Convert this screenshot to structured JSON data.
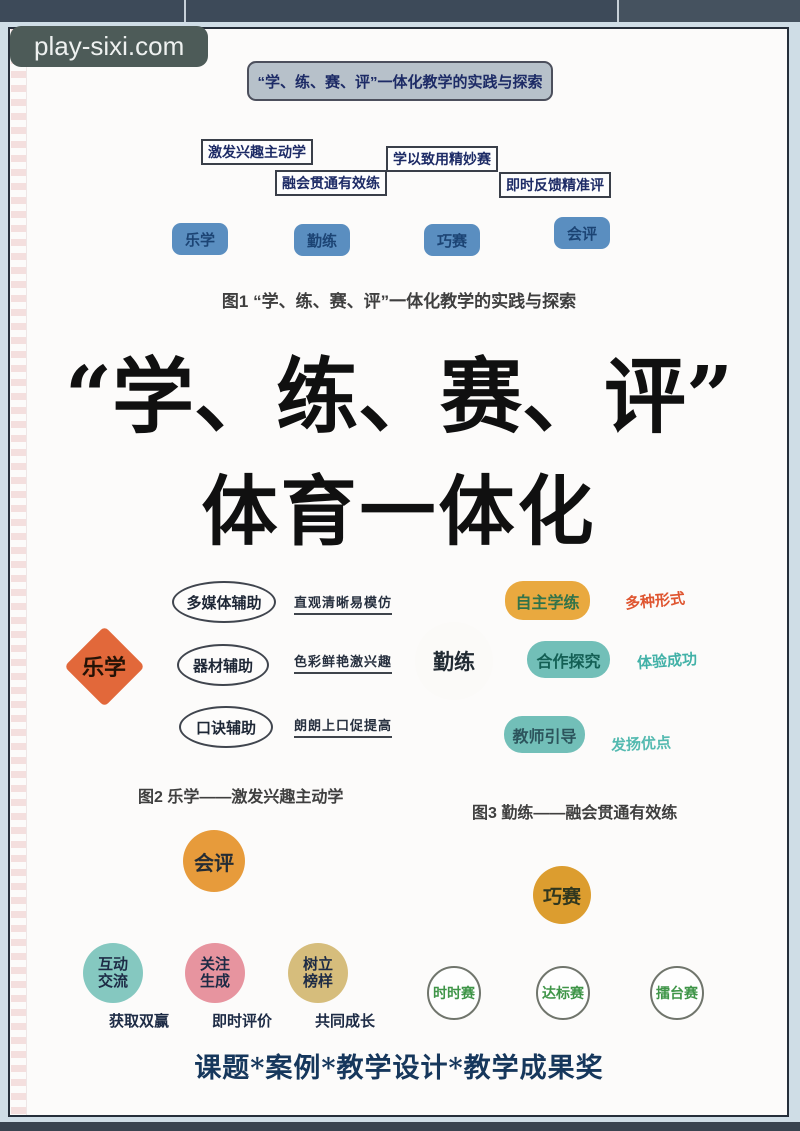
{
  "badge": {
    "text": "play-sixi.com"
  },
  "figure1": {
    "root": "“学、练、赛、评”一体化教学的实践与探索",
    "branches": [
      {
        "label": "激发兴趣主动学",
        "node": "乐学"
      },
      {
        "label": "融会贯通有效练",
        "node": "勤练"
      },
      {
        "label": "学以致用精妙赛",
        "node": "巧赛"
      },
      {
        "label": "即时反馈精准评",
        "node": "会评"
      }
    ],
    "caption": "图1 “学、练、赛、评”一体化教学的实践与探索"
  },
  "main_title": {
    "line1": "“学、练、赛、评”",
    "line2": "体育一体化"
  },
  "figure2": {
    "center": "乐学",
    "branches": [
      {
        "node": "多媒体辅助",
        "label": "直观清晰易模仿"
      },
      {
        "node": "器材辅助",
        "label": "色彩鲜艳激兴趣"
      },
      {
        "node": "口诀辅助",
        "label": "朗朗上口促提高"
      }
    ],
    "caption": "图2 乐学——激发兴趣主动学"
  },
  "figure3": {
    "center": "勤练",
    "branches": [
      {
        "node": "自主学练",
        "label": "多种形式"
      },
      {
        "node": "合作探究",
        "label": "体验成功"
      },
      {
        "node": "教师引导",
        "label": "发扬优点"
      }
    ],
    "caption": "图3 勤练——融会贯通有效练"
  },
  "figure4": {
    "center": "会评",
    "branches": [
      {
        "line1": "互动",
        "line2": "交流",
        "label": "获取双赢"
      },
      {
        "line1": "关注",
        "line2": "生成",
        "label": "即时评价"
      },
      {
        "line1": "树立",
        "line2": "榜样",
        "label": "共同成长"
      }
    ]
  },
  "figure5": {
    "center": "巧赛",
    "nodes": [
      {
        "label": "时时赛"
      },
      {
        "label": "达标赛"
      },
      {
        "label": "擂台赛"
      }
    ]
  },
  "footer": {
    "text": "课题*案例*教学设计*教学成果奖"
  },
  "colors": {
    "frame_bar": "#3d4a59",
    "page_background": "#fcfbfa",
    "canvas_background": "#cfdde6",
    "badge_background": "#4d5b58",
    "flow_node_blue": "#5a8ec0",
    "flow_root_gray": "#b7c1ca",
    "diamond_orange": "#e2683a",
    "amber_node": "#e9a93f",
    "teal_node": "#72bfb8",
    "orange_circle": "#e79b3b",
    "teal_circle": "#85c8c0",
    "pink_circle": "#e7949f",
    "khaki_circle": "#d6bd7c",
    "amber_circle": "#dc9d2f",
    "green_text": "#3f9548",
    "footer_navy": "#16375c"
  }
}
